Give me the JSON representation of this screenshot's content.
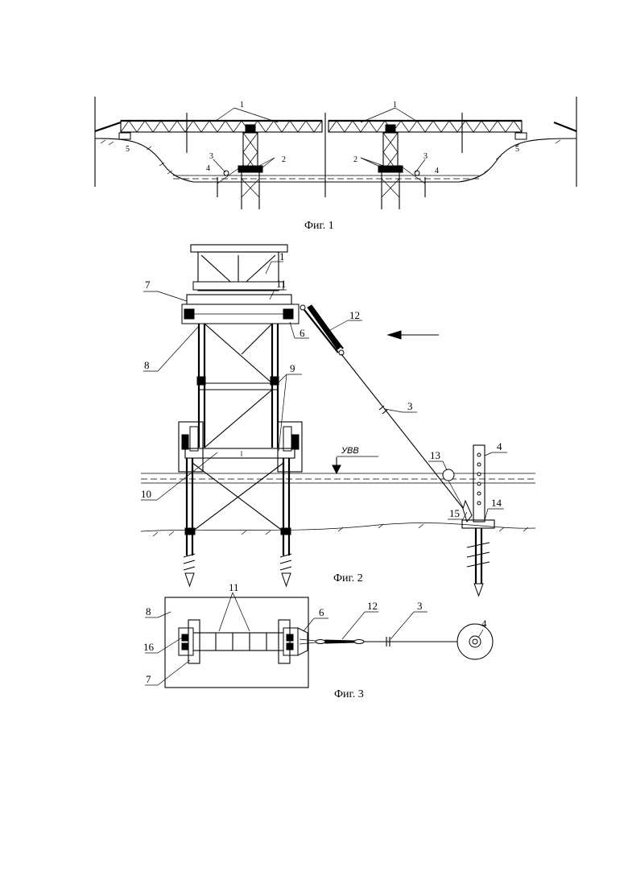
{
  "figures": {
    "fig1": {
      "caption": "Фиг. 1",
      "labels": {
        "l1a": "1",
        "l1b": "1",
        "l2a": "2",
        "l2b": "2",
        "l3a": "3",
        "l3b": "3",
        "l4a": "4",
        "l4b": "4",
        "l5a": "5",
        "l5b": "5"
      }
    },
    "fig2": {
      "caption": "Фиг. 2",
      "water_level": "УВВ",
      "labels": {
        "l1": "1",
        "l3": "3",
        "l4": "4",
        "l6": "6",
        "l7": "7",
        "l8": "8",
        "l9": "9",
        "l10": "10",
        "l11": "11",
        "l12": "12",
        "l13": "13",
        "l14": "14",
        "l15": "15"
      }
    },
    "fig3": {
      "caption": "Фиг. 3",
      "labels": {
        "l3": "3",
        "l4": "4",
        "l6": "6",
        "l7": "7",
        "l8": "8",
        "l11": "11",
        "l12": "12",
        "l16": "16"
      }
    }
  }
}
